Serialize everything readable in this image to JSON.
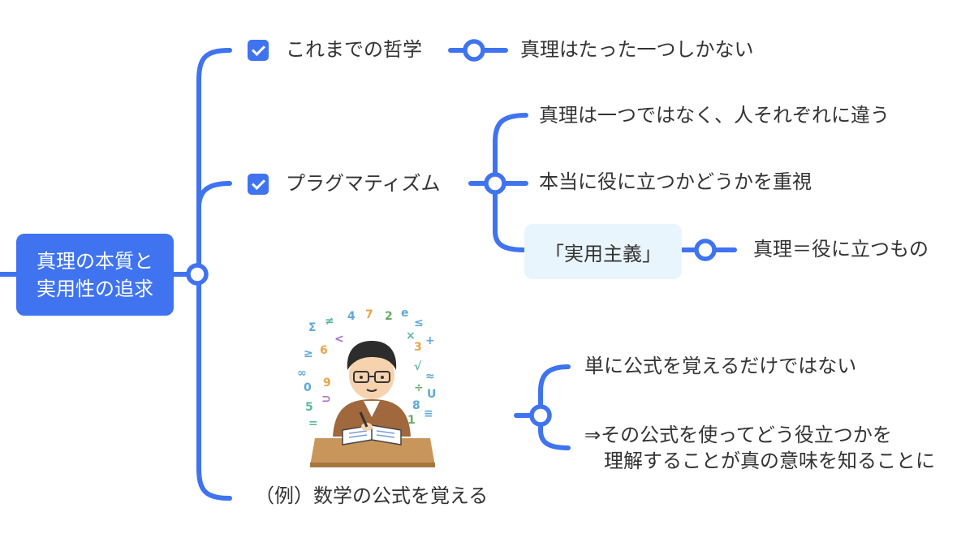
{
  "root": {
    "line1": "真理の本質と",
    "line2": "実用性の追求"
  },
  "branches": {
    "prev_philosophy": {
      "label": "これまでの哲学",
      "checked": true,
      "child": "真理はたった一つしかない"
    },
    "pragmatism": {
      "label": "プラグマティズム",
      "checked": true,
      "children": [
        "真理は一つではなく、人それぞれに違う",
        "本当に役に立つかどうかを重視"
      ],
      "highlight": {
        "label": "「実用主義」",
        "child": "真理＝役に立つもの"
      }
    },
    "example": {
      "caption": "（例）数学の公式を覚える",
      "children": [
        "単に公式を覚えるだけではない",
        "⇒その公式を使ってどう役立つかを",
        "理解することが真の意味を知ることに"
      ]
    }
  },
  "colors": {
    "accent": "#3f73f0",
    "highlight_bg": "#e9f5fd",
    "text": "#333333"
  },
  "illustration": "student-studying-math-icon"
}
